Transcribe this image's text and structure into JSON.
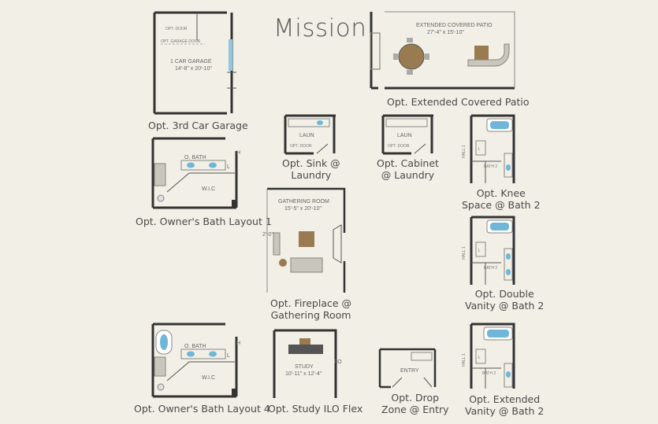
{
  "title": "Mission",
  "garage": {
    "caption": "Opt. 3rd Car Garage",
    "room": "1 CAR GARAGE",
    "dims": "14'-8\" x 20'-10\"",
    "door": "OPT. DOOR",
    "garage_door": "OPT. GARAGE DOOR"
  },
  "patio": {
    "caption": "Opt. Extended Covered Patio",
    "room": "EXTENDED COVERED PATIO",
    "dims": "27'-4\" x 15'-10\""
  },
  "owners1": {
    "caption": "Opt. Owner's Bath Layout 1",
    "bath": "O. BATH",
    "closet": "W.I.C",
    "h": "H",
    "l": "L"
  },
  "sink": {
    "caption_line1": "Opt. Sink @",
    "caption_line2": "Laundry",
    "room": "LAUN",
    "door": "OPT. DOOR"
  },
  "cabinet": {
    "caption_line1": "Opt. Cabinet",
    "caption_line2": "@ Laundry",
    "room": "LAUN",
    "door": "OPT. DOOR"
  },
  "knee": {
    "caption_line1": "Opt. Knee",
    "caption_line2": "Space @ Bath 2",
    "hall": "HALL 1",
    "bath": "BATH 2",
    "l": "L"
  },
  "fireplace": {
    "caption_line1": "Opt. Fireplace @",
    "caption_line2": "Gathering Room",
    "room": "GATHERING ROOM",
    "dims": "15'-5\" x 20'-10\"",
    "dim_side": "2'-0\""
  },
  "double": {
    "caption_line1": "Opt. Double",
    "caption_line2": "Vanity @ Bath 2",
    "hall": "HALL 1",
    "bath": "BATH 2",
    "l": "L"
  },
  "owners4": {
    "caption": "Opt. Owner's Bath Layout 4",
    "bath": "O. BATH",
    "closet": "W.I.C",
    "h": "H",
    "l": "L"
  },
  "study": {
    "caption": "Opt. Study ILO Flex",
    "room": "STUDY",
    "dims": "10'-11\" x 12'-4\"",
    "fo": "FO"
  },
  "drop": {
    "caption_line1": "Opt. Drop",
    "caption_line2": "Zone @ Entry",
    "room": "ENTRY"
  },
  "extended": {
    "caption_line1": "Opt. Extended",
    "caption_line2": "Vanity @ Bath 2",
    "hall": "HALL 1",
    "bath": "BATH 2",
    "l": "L"
  },
  "colors": {
    "wall": "#333333",
    "furniture": "#8a8578",
    "tub": "#6fb6d8",
    "rug": "#9a7a50"
  }
}
